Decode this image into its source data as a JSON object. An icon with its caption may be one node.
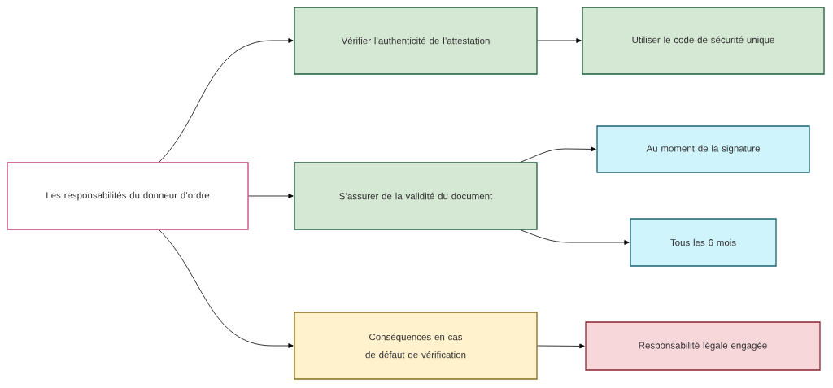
{
  "diagram": {
    "nodes": [
      {
        "text": [
          "Les responsabilités du donneur d’ordre"
        ]
      },
      {
        "text": [
          "Vérifier l’authenticité de l’attestation"
        ]
      },
      {
        "text": [
          "Utiliser le code de sécurité unique"
        ]
      },
      {
        "text": [
          "S’assurer de la validité du document"
        ]
      },
      {
        "text": [
          "Au moment de la signature"
        ]
      },
      {
        "text": [
          "Tous les 6 mois"
        ]
      },
      {
        "text": [
          "Conséquences en cas de défaut de vérification"
        ]
      },
      {
        "text": [
          "Responsabilité légale engagée"
        ]
      }
    ],
    "edges": [
      {
        "from": 0,
        "to": 1,
        "arrow": "to"
      },
      {
        "from": 0,
        "to": 3,
        "arrow": "to"
      },
      {
        "from": 0,
        "to": 6,
        "arrow": "to"
      },
      {
        "from": 1,
        "to": 2,
        "arrow": "to"
      },
      {
        "from": 3,
        "to": 4,
        "arrow": "to"
      },
      {
        "from": 3,
        "to": 5,
        "arrow": "to"
      },
      {
        "from": 6,
        "to": 7,
        "arrow": "to"
      }
    ]
  }
}
